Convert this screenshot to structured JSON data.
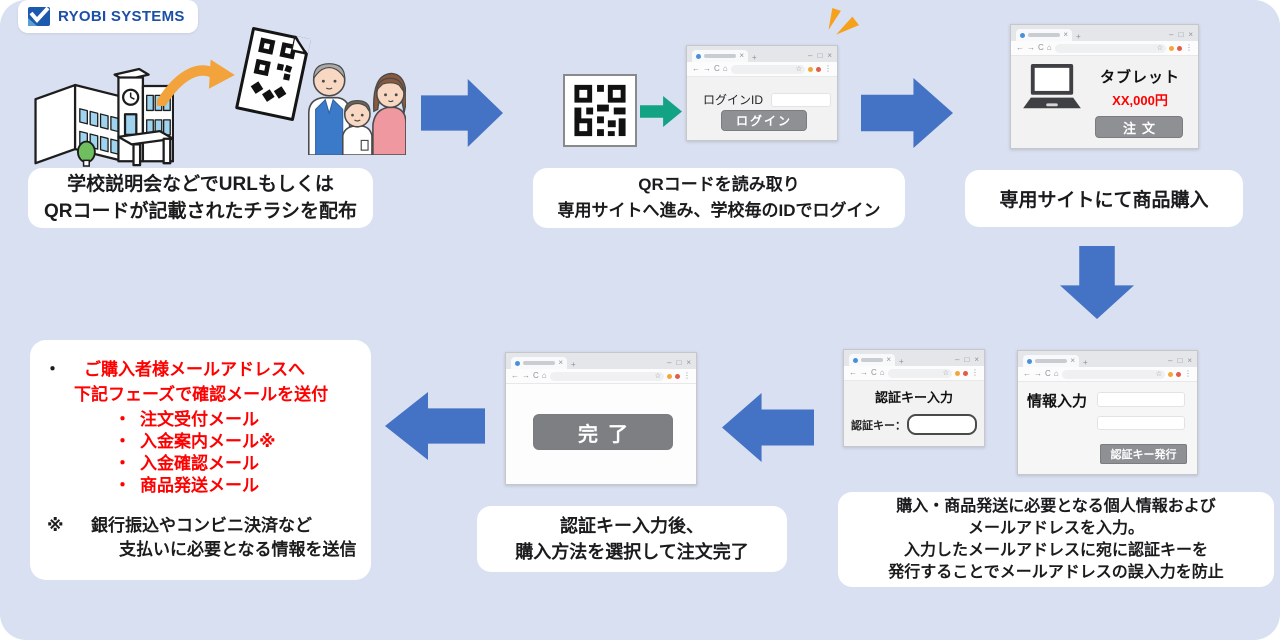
{
  "logo": {
    "text": "RYOBI SYSTEMS"
  },
  "colors": {
    "background": "#d9e0f1",
    "arrow_blue": "#4472c4",
    "qr_arrow_green": "#12a384",
    "accent_orange": "#f5a11c",
    "highlight_red": "#ff0000",
    "logo_blue": "#1b4fa8",
    "button_gray": "#8e9094"
  },
  "icons": {
    "close": "×",
    "plus": "+",
    "minimize": "–",
    "maximize": "□",
    "back": "←",
    "forward": "→",
    "reload": "C",
    "home": "⌂",
    "star": "☆",
    "more": "⋮",
    "bullet": "・",
    "footnote_mark": "※"
  },
  "step1": {
    "caption_lines": [
      "学校説明会などでURLもしくは",
      "QRコードが記載されたチラシを配布"
    ]
  },
  "step2": {
    "login_label": "ログインID",
    "login_button": "ログイン",
    "caption_lines": [
      "QRコードを読み取り",
      "専用サイトへ進み、学校毎のIDでログイン"
    ]
  },
  "step3": {
    "product_name": "タブレット",
    "product_price": "XX,000円",
    "order_button": "注文",
    "caption": "専用サイトにて商品購入"
  },
  "step4": {
    "form_title": "情報入力",
    "issue_key_button": "認証キー発行",
    "caption_lines": [
      "購入・商品発送に必要となる個人情報および",
      "メールアドレスを入力。",
      "入力したメールアドレスに宛に認証キーを",
      "発行することでメールアドレスの誤入力を防止"
    ]
  },
  "step5": {
    "form_title": "認証キー入力",
    "key_label": "認証キー：",
    "caption_lines": [
      "認証キー入力後、",
      "購入方法を選択して注文完了"
    ]
  },
  "step6": {
    "done_button": "完了"
  },
  "notes": {
    "heading_lines": [
      "ご購入者様メールアドレスへ",
      "下記フェーズで確認メールを送付"
    ],
    "mail_items": [
      "注文受付メール",
      "入金案内メール※",
      "入金確認メール",
      "商品発送メール"
    ],
    "footnote_lines": [
      "銀行振込やコンビニ決済など",
      "支払いに必要となる情報を送信"
    ]
  }
}
